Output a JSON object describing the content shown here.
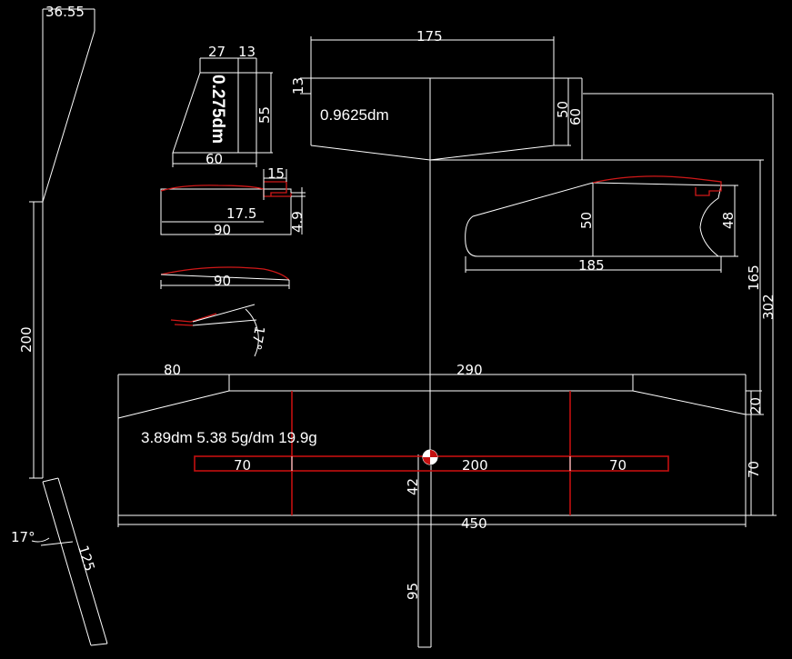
{
  "dimensions": {
    "fin_top": "36.55",
    "fin_height": "200",
    "tail_angle": "17°",
    "tail_length": "125",
    "stab_a": "27",
    "stab_b": "13",
    "stab_h": "55",
    "stab_base": "60",
    "stab_area": "0.275dm",
    "tip_section_w": "15",
    "tip_section_a": "17.5",
    "tip_section_b": "4.9",
    "section_w1": "90",
    "section_w2": "90",
    "dihedral_angle": "17°",
    "hstab_span": "175",
    "hstab_offset": "13",
    "hstab_root": "50",
    "hstab_total": "60",
    "hstab_area": "0.9625dm",
    "airfoil_h": "50",
    "airfoil_len": "185",
    "airfoil_cut": "48",
    "side_165": "165",
    "side_302": "302",
    "wing_tip": "80",
    "wing_center": "290",
    "wing_20": "20",
    "wing_70": "70",
    "wing_span": "450",
    "spar_left": "70",
    "spar_mid": "200",
    "spar_right": "70",
    "nose_42": "42",
    "nose_95": "95",
    "wing_note": "3.89dm 5.38 5g/dm 19.9g"
  }
}
